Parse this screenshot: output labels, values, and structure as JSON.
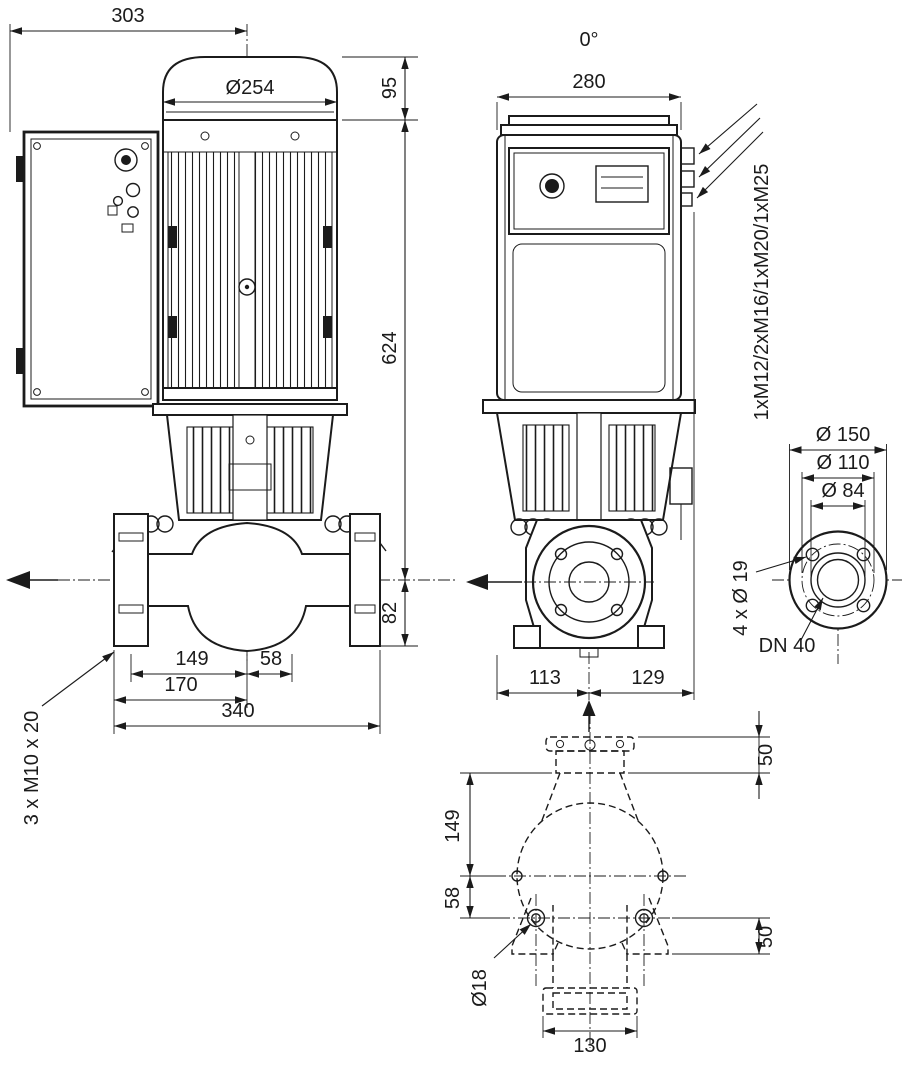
{
  "drawing": {
    "side": {
      "dim303": "303",
      "dim254": "Ø254",
      "dim95": "95",
      "dim624": "624",
      "dim82": "82",
      "dim149": "149",
      "dim58": "58",
      "dim170": "170",
      "dim340": "340",
      "bolt_note": "3 x M10 x 20"
    },
    "front": {
      "angle": "0°",
      "dim280": "280",
      "glands": "1xM12/2xM16/1xM20/1xM25",
      "dim113": "113",
      "dim129": "129"
    },
    "flange": {
      "d150": "Ø 150",
      "d110": "Ø 110",
      "d84": "Ø 84",
      "holes": "4 x Ø 19",
      "dn": "DN 40"
    },
    "plan": {
      "dim50_top": "50",
      "dim149": "149",
      "dim58": "58",
      "dim50_bottom": "50",
      "hole": "Ø18",
      "dim130": "130"
    }
  }
}
